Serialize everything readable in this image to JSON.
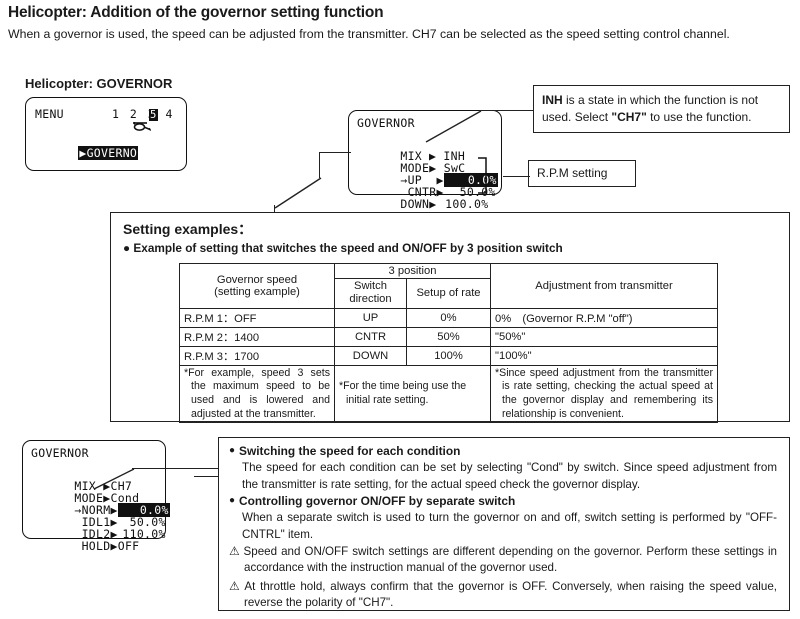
{
  "document": {
    "title": "Helicopter: Addition of the governor setting function",
    "intro": "When a governor is used, the speed can be adjusted from the transmitter. CH7 can be selected as the speed setting control channel.",
    "section_label": "Helicopter: GOVERNOR"
  },
  "lcd_menu": {
    "name": "MENU",
    "heli_icon": "helicopter-icon",
    "pages": "1 2 3 4",
    "page_current": "5",
    "cursor": "▶",
    "item": "GOVERNO"
  },
  "lcd_governor_swc": {
    "title": "GOVERNOR",
    "rows": [
      {
        "label": "MIX",
        "arrow": "▶",
        "value": "INH",
        "highlight": false,
        "cursor": ""
      },
      {
        "label": "MODE",
        "arrow": "▶",
        "value": "SwC",
        "highlight": false,
        "cursor": ""
      },
      {
        "label": "UP",
        "arrow": "▶",
        "value": "0.0%",
        "highlight": true,
        "cursor": "→"
      },
      {
        "label": "CNTR",
        "arrow": "▶",
        "value": "50.0%",
        "highlight": false,
        "cursor": ""
      },
      {
        "label": "DOWN",
        "arrow": "▶",
        "value": "100.0%",
        "highlight": false,
        "cursor": ""
      }
    ]
  },
  "lcd_governor_cond": {
    "title": "GOVERNOR",
    "rows": [
      {
        "label": "MIX",
        "arrow": "▶",
        "value": "CH7",
        "highlight": false,
        "cursor": ""
      },
      {
        "label": "MODE",
        "arrow": "▶",
        "value": "Cond",
        "highlight": false,
        "cursor": ""
      },
      {
        "label": "NORM",
        "arrow": "▶",
        "value": "0.0%",
        "highlight": true,
        "cursor": "→"
      },
      {
        "label": "IDL1",
        "arrow": "▶",
        "value": "50.0%",
        "highlight": false,
        "cursor": ""
      },
      {
        "label": "IDL2",
        "arrow": "▶",
        "value": "110.0%",
        "highlight": false,
        "cursor": ""
      },
      {
        "label": "HOLD",
        "arrow": "▶",
        "value": "OFF",
        "highlight": false,
        "cursor": ""
      }
    ]
  },
  "callouts": {
    "inh": {
      "bold1": "INH",
      "text1": " is a state in which the function is not used. Select ",
      "bold2": "\"CH7\"",
      "text2": " to use the function."
    },
    "rpm": {
      "text": "R.P.M setting"
    }
  },
  "setting_examples": {
    "title": "Setting examples：",
    "bullet": "● Example of setting that switches the speed and ON/OFF by 3 position switch",
    "table": {
      "header_group": "3 position",
      "col_governor_speed": "Governor speed",
      "col_governor_speed_sub": "(setting example)",
      "col_switch_direction": "Switch\ndirection",
      "col_setup_of_rate": "Setup of rate",
      "col_adjustment": "Adjustment from transmitter",
      "rows": [
        {
          "speed": "R.P.M 1：OFF",
          "direction": "UP",
          "rate": "0%",
          "adjust": "0%　(Governor R.P.M \"off\")"
        },
        {
          "speed": "R.P.M 2：1400",
          "direction": "CNTR",
          "rate": "50%",
          "adjust": "\"50%\""
        },
        {
          "speed": "R.P.M 3：1700",
          "direction": "DOWN",
          "rate": "100%",
          "adjust": "\"100%\""
        }
      ],
      "notes": [
        "*For example, speed 3 sets the maximum speed to be used and is lowered and adjusted at the transmitter.",
        "*For the time being use the initial rate setting.",
        "*Since speed adjustment from the transmitter is rate setting, checking the actual speed at the governor display and remembering its relationship is convenient."
      ]
    }
  },
  "bottom_panel": {
    "items": [
      {
        "bullet": "●",
        "heading": "Switching the speed for each condition",
        "body": "The speed for each condition can be set by selecting \"Cond\" by switch. Since speed adjustment from the transmitter is rate setting, for the actual speed check the governor display."
      },
      {
        "bullet": "●",
        "heading": "Controlling governor ON/OFF by separate switch",
        "body": "When a separate switch is used to turn the governor on and off, switch setting is performed by \"OFF-CNTRL\" item."
      }
    ],
    "warnings": [
      {
        "icon": "⚠",
        "text": "Speed and ON/OFF switch settings are different depending on the governor. Perform these settings in accordance with the instruction manual of the governor used."
      },
      {
        "icon": "⚠",
        "text": "At throttle hold, always confirm that the governor is OFF. Conversely, when raising the speed value, reverse the polarity of \"CH7\"."
      }
    ]
  },
  "colors": {
    "ink": "#1a1a1a",
    "line": "#222222",
    "lcd_border": "#111111",
    "page_bg": "#ffffff"
  }
}
